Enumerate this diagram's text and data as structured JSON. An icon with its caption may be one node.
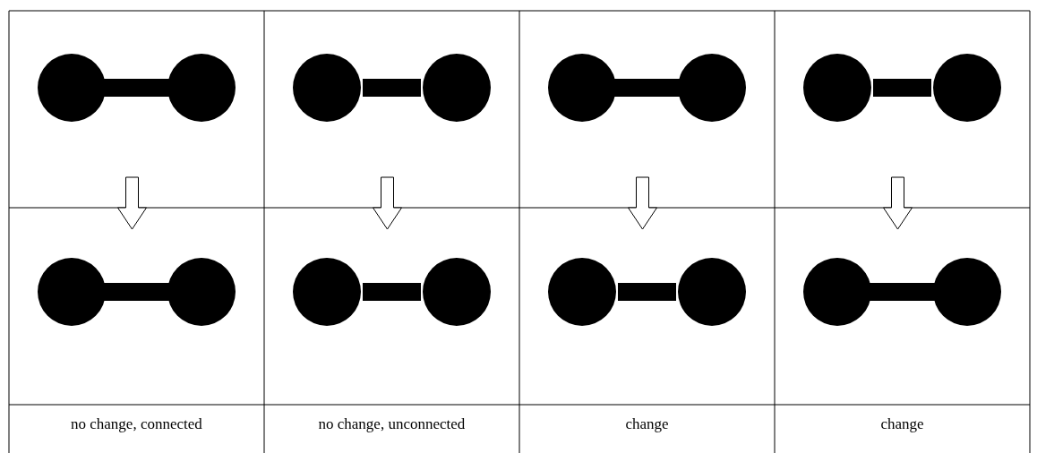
{
  "diagram": {
    "nodes": [
      {
        "text": [],
        "shape": "picture"
      },
      {
        "text": [],
        "shape": "picture"
      },
      {
        "text": [],
        "shape": "picture"
      },
      {
        "text": [],
        "shape": "picture"
      },
      {
        "text": [],
        "shape": "picture"
      },
      {
        "text": [],
        "shape": "picture"
      },
      {
        "text": [],
        "shape": "picture"
      },
      {
        "text": [],
        "shape": "picture"
      }
    ],
    "edges": [
      {
        "from": 0,
        "to": 4,
        "arrow": "to"
      },
      {
        "from": 1,
        "to": 5,
        "arrow": "to"
      },
      {
        "from": 2,
        "to": 6,
        "arrow": "to"
      },
      {
        "from": 3,
        "to": 7,
        "arrow": "to"
      }
    ],
    "labels": [
      "no change, connected",
      "no change, unconnected",
      "change",
      "change"
    ]
  }
}
